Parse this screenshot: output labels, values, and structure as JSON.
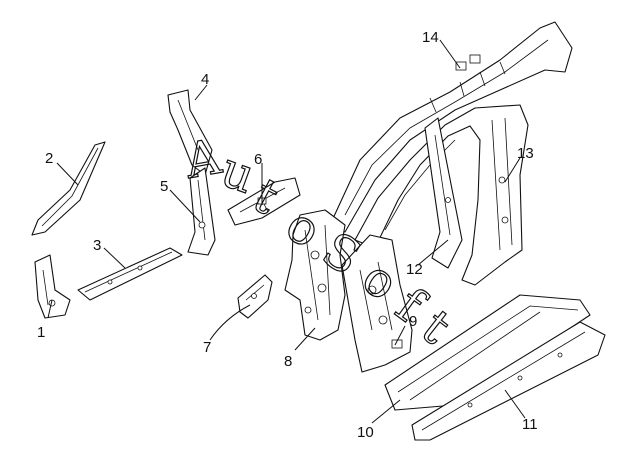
{
  "watermark": {
    "letters": [
      "A",
      "u",
      "t",
      "o",
      "S",
      "o",
      "f",
      "t"
    ]
  },
  "callouts": [
    "1",
    "2",
    "3",
    "4",
    "5",
    "6",
    "7",
    "8",
    "9",
    "10",
    "11",
    "12",
    "13",
    "14"
  ],
  "colors": {
    "line": "#111111",
    "background": "#ffffff"
  }
}
